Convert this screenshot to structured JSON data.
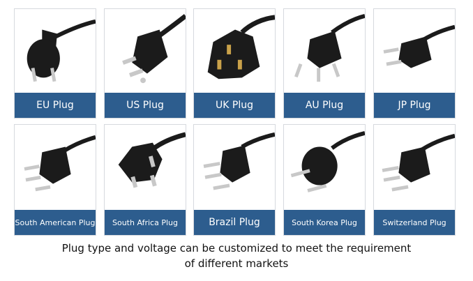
{
  "plugs_row1": [
    {
      "label": "EU Plug",
      "icon": "eu-plug-icon"
    },
    {
      "label": "US Plug",
      "icon": "us-plug-icon"
    },
    {
      "label": "UK Plug",
      "icon": "uk-plug-icon"
    },
    {
      "label": "AU Plug",
      "icon": "au-plug-icon"
    },
    {
      "label": "JP Plug",
      "icon": "jp-plug-icon"
    }
  ],
  "plugs_row2": [
    {
      "label": "South American Plug",
      "icon": "south-american-plug-icon"
    },
    {
      "label": "South Africa Plug",
      "icon": "south-africa-plug-icon"
    },
    {
      "label": "Brazil Plug",
      "icon": "brazil-plug-icon"
    },
    {
      "label": "South Korea Plug",
      "icon": "south-korea-plug-icon"
    },
    {
      "label": "Switzerland Plug",
      "icon": "switzerland-plug-icon"
    }
  ],
  "caption": {
    "line1": "Plug type and voltage can be customized to meet the requirement",
    "line2": "of different markets"
  },
  "colors": {
    "label_bg": "#2d5d8e",
    "label_text": "#ffffff",
    "plug_body": "#1b1b1b",
    "pin": "#c8c8c8"
  }
}
